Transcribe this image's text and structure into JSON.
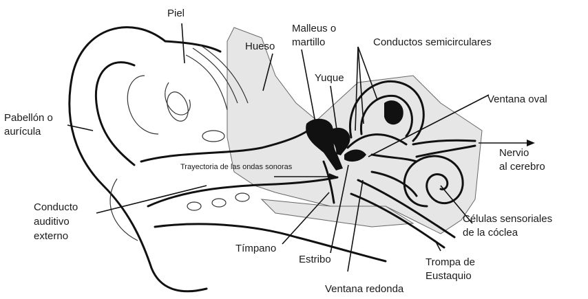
{
  "labels": {
    "piel": "Piel",
    "hueso": "Hueso",
    "malleus": [
      "Malleus o",
      "martillo"
    ],
    "yuque": "Yuque",
    "conductos": "Conductos semicirculares",
    "ventana_oval": "Ventana oval",
    "pabellon": [
      "Pabellón o",
      "aurícula"
    ],
    "nervio": [
      "Nervio",
      "al cerebro"
    ],
    "trayectoria": "Trayectoria de las ondas sonoras",
    "conducto_auditivo": [
      "Conducto",
      "auditivo",
      "externo"
    ],
    "celulas": [
      "Células sensoriales",
      "de la cóclea"
    ],
    "timpano": "Tímpano",
    "estribo": "Estribo",
    "trompa": [
      "Trompa de",
      "Eustaquio"
    ],
    "ventana_redonda": "Ventana redonda"
  }
}
